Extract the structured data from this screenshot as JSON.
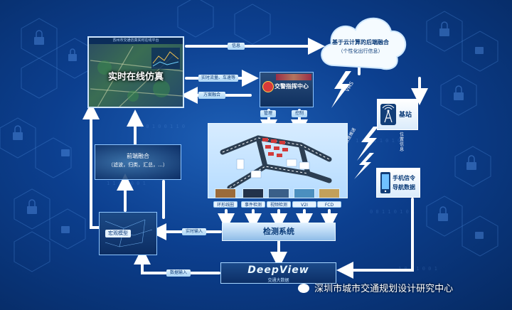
{
  "sim": {
    "title": "实时在线仿真",
    "topbar": "苏州市交通仿真实时在线平台"
  },
  "cloud": {
    "line1": "基于云计算的后端融合",
    "line2": "（个性化出行信息）"
  },
  "police": {
    "label": "交警指挥中心"
  },
  "arrow_labels": {
    "info": "信息",
    "realtime_flow": "实时流量、车速等",
    "plan_fusion": "方案融合",
    "management": "管理",
    "control": "控制",
    "vms": "VMS",
    "realtime_input": "实时输入",
    "data_input": "数据输入",
    "info_push": "信息推送",
    "location_info": "位置信息"
  },
  "front_fusion": {
    "line1": "前端融合",
    "line2": "（滤波，归类，汇总，...）"
  },
  "macro": {
    "label": "宏观模型"
  },
  "sensors": [
    "环形线圈",
    "事件检测",
    "视频检测",
    "V2I",
    "FCD"
  ],
  "detection": {
    "label": "检测系统"
  },
  "deepview": {
    "logo": "DeepView",
    "sub": "交通大数据"
  },
  "base_station": {
    "label": "基站"
  },
  "phone": {
    "line1": "手机信令",
    "line2": "导航数据"
  },
  "watermark": {
    "text": "深圳市城市交通规划设计研究中心"
  }
}
